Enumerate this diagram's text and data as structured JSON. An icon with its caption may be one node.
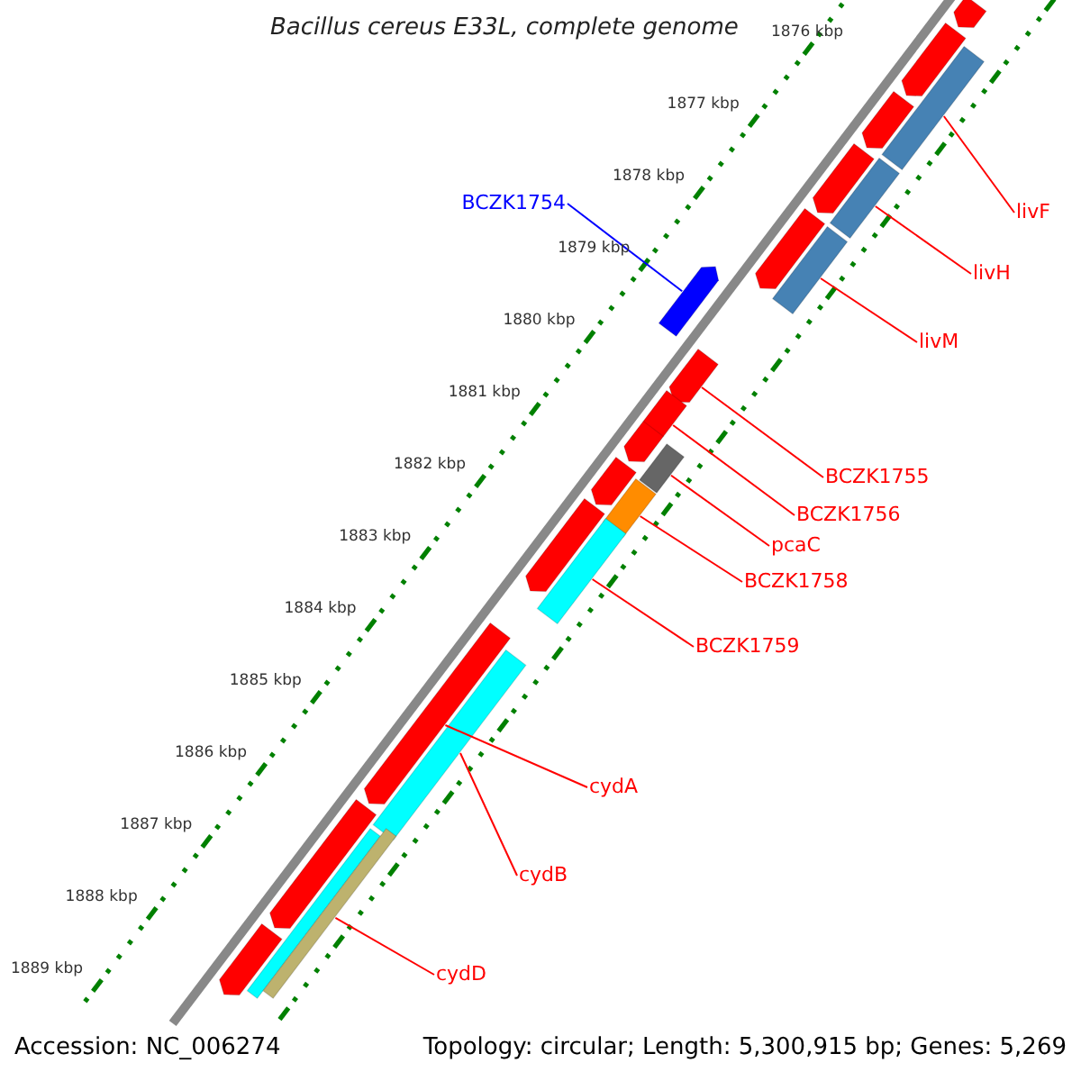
{
  "diagram": {
    "title": "Bacillus cereus E33L, complete genome",
    "nodes": [
      {
        "text": [
          "BCZK1754"
        ]
      },
      {
        "text": [
          "livF"
        ]
      },
      {
        "text": [
          "livH"
        ]
      },
      {
        "text": [
          "livM"
        ]
      },
      {
        "text": [
          "BCZK1755"
        ]
      },
      {
        "text": [
          "BCZK1756"
        ]
      },
      {
        "text": [
          "pcaC"
        ]
      },
      {
        "text": [
          "BCZK1758"
        ]
      },
      {
        "text": [
          "BCZK1759"
        ]
      },
      {
        "text": [
          "cydA"
        ]
      },
      {
        "text": [
          "cydB"
        ]
      },
      {
        "text": [
          "cydD"
        ]
      },
      {
        "text": [],
        "shape": "arrow"
      },
      {
        "text": [],
        "shape": "arrow"
      },
      {
        "text": [],
        "shape": "bar"
      },
      {
        "text": [],
        "shape": "arrow"
      },
      {
        "text": [],
        "shape": "arrow"
      },
      {
        "text": [],
        "shape": "bar"
      },
      {
        "text": [],
        "shape": "arrow"
      },
      {
        "text": [],
        "shape": "bar"
      },
      {
        "text": [],
        "shape": "arrow"
      },
      {
        "text": [],
        "shape": "arrow"
      },
      {
        "text": [],
        "shape": "arrow"
      },
      {
        "text": [],
        "shape": "arrow"
      },
      {
        "text": [],
        "shape": "bar"
      },
      {
        "text": [],
        "shape": "arrow"
      },
      {
        "text": [],
        "shape": "bar"
      },
      {
        "text": [],
        "shape": "arrow"
      },
      {
        "text": [],
        "shape": "bar"
      },
      {
        "text": [],
        "shape": "arrow"
      },
      {
        "text": [],
        "shape": "bar"
      },
      {
        "text": [],
        "shape": "arrow"
      },
      {
        "text": [],
        "shape": "bar"
      },
      {
        "text": [],
        "shape": "bar"
      },
      {
        "text": [],
        "shape": "arrow"
      }
    ],
    "edges": [
      {
        "from": 0,
        "to": 20,
        "arrow": "none",
        "color": "#0000ff"
      },
      {
        "from": 1,
        "to": 14,
        "arrow": "none"
      },
      {
        "from": 2,
        "to": 17,
        "arrow": "none"
      },
      {
        "from": 3,
        "to": 19,
        "arrow": "none"
      },
      {
        "from": 4,
        "to": 21,
        "arrow": "none"
      },
      {
        "from": 5,
        "to": 22,
        "arrow": "none"
      },
      {
        "from": 6,
        "to": 24,
        "arrow": "none"
      },
      {
        "from": 7,
        "to": 26,
        "arrow": "none"
      },
      {
        "from": 8,
        "to": 28,
        "arrow": "none"
      },
      {
        "from": 9,
        "to": 29,
        "arrow": "none"
      },
      {
        "from": 10,
        "to": 30,
        "arrow": "none"
      },
      {
        "from": 11,
        "to": 33,
        "arrow": "none"
      }
    ],
    "labels": [
      "1876 kbp",
      "1877 kbp",
      "1878 kbp",
      "1879 kbp",
      "1880 kbp",
      "1881 kbp",
      "1882 kbp",
      "1883 kbp",
      "1884 kbp",
      "1885 kbp",
      "1886 kbp",
      "1887 kbp",
      "1888 kbp",
      "1889 kbp",
      "Accession: NC_006274",
      "Topology: circular; Length: 5,300,915 bp; Genes: 5,269"
    ]
  }
}
